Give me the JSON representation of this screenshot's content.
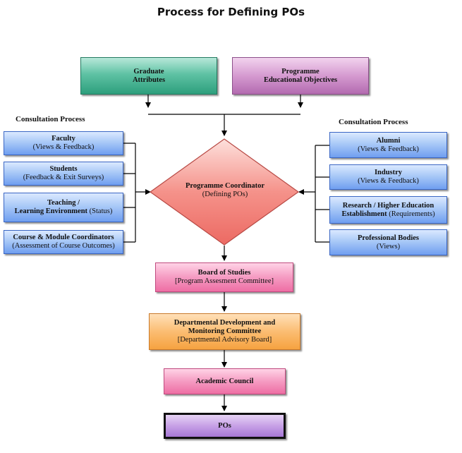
{
  "title": "Process for Defining POs",
  "left_label": "Consultation Process",
  "right_label": "Consultation Process",
  "top_boxes": {
    "graduate": {
      "line1": "Graduate",
      "line2": "Attributes"
    },
    "objectives": {
      "line1": "Programme",
      "line2": "Educational Objectives"
    }
  },
  "coordinator": {
    "title": "Programme Coordinator",
    "sub": "(Defining POs)"
  },
  "left_boxes": [
    {
      "title": "Faculty",
      "sub": "(Views & Feedback)"
    },
    {
      "title": "Students",
      "sub": "(Feedback & Exit Surveys)"
    },
    {
      "title": "Teaching /",
      "title2": "Learning Environment",
      "sub": "(Status)"
    },
    {
      "title": "Course & Module Coordinators",
      "sub": "(Assessment of Course Outcomes)"
    }
  ],
  "right_boxes": [
    {
      "title": "Alumni",
      "sub": "(Views & Feedback)"
    },
    {
      "title": "Industry",
      "sub": "(Views & Feedback)"
    },
    {
      "title": "Research / Higher Education",
      "title2": "Establishment",
      "sub": "(Requirements)"
    },
    {
      "title": "Professional Bodies",
      "sub": "(Views)"
    }
  ],
  "board": {
    "title": "Board of Studies",
    "sub": "[Program Assesment Committee]"
  },
  "departmental": {
    "title": "Departmental Development and",
    "title2": "Monitoring Committee",
    "sub": "[Departmental Advisory Board]"
  },
  "council": {
    "title": "Academic Council"
  },
  "pos": {
    "title": "POs"
  }
}
